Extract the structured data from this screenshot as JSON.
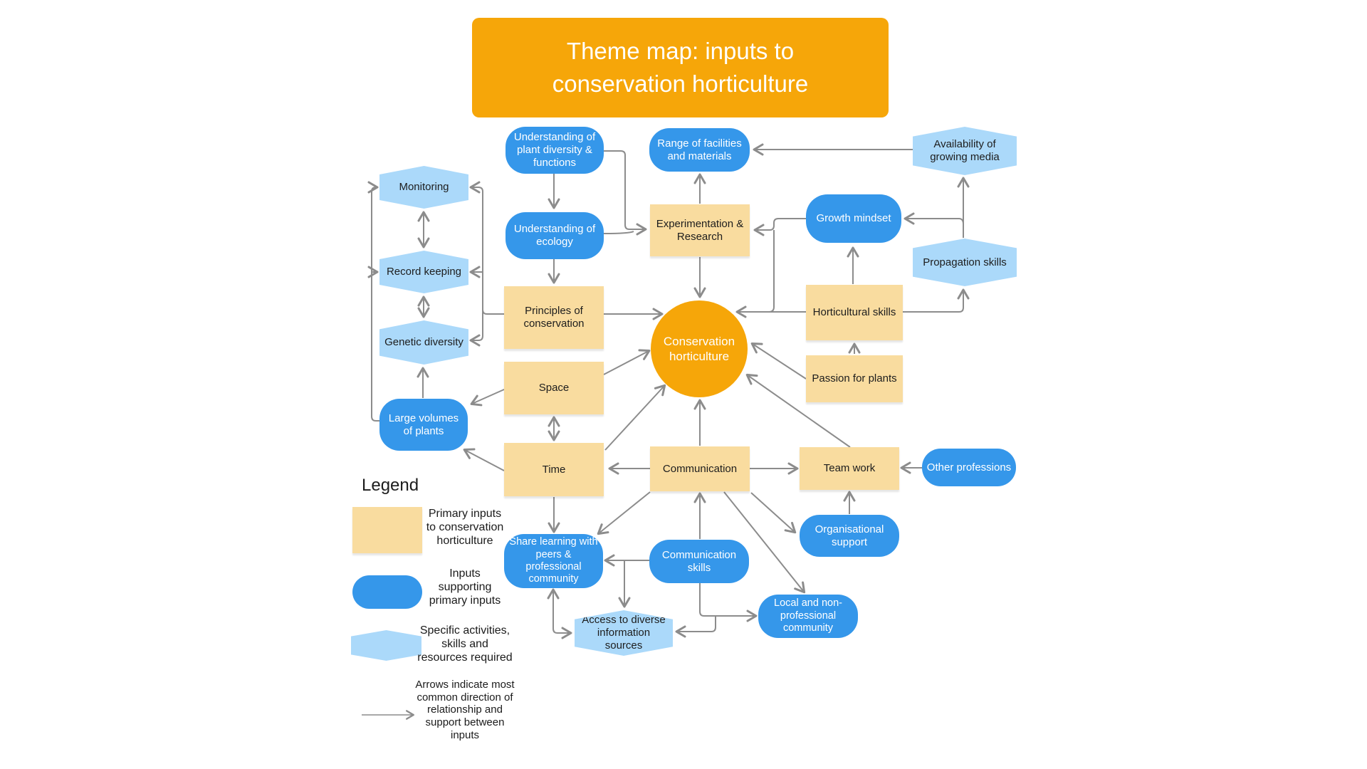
{
  "title": {
    "text": "Theme map: inputs to conservation horticulture"
  },
  "center": {
    "label": "Conservation horticulture"
  },
  "nodes": {
    "understanding_plant_diversity": "Understanding of plant diversity & functions",
    "understanding_ecology": "Understanding of ecology",
    "range_facilities": "Range of facilities and materials",
    "availability_growing_media": "Availability of growing media",
    "monitoring": "Monitoring",
    "record_keeping": "Record keeping",
    "genetic_diversity": "Genetic diversity",
    "experimentation_research": "Experimentation & Research",
    "growth_mindset": "Growth mindset",
    "propagation_skills": "Propagation skills",
    "principles_conservation": "Principles of conservation",
    "horticultural_skills": "Horticultural skills",
    "passion_for_plants": "Passion for plants",
    "space": "Space",
    "large_volumes": "Large volumes of plants",
    "time": "Time",
    "communication": "Communication",
    "team_work": "Team work",
    "other_professions": "Other professions",
    "organisational_support": "Organisational support",
    "share_learning": "Share learning with peers & professional community",
    "communication_skills": "Communication skills",
    "local_community": "Local and non-professional community",
    "access_information": "Access to diverse information sources"
  },
  "legend": {
    "title": "Legend",
    "items": [
      {
        "shape": "primary-rect",
        "label": "Primary inputs to conservation horticulture"
      },
      {
        "shape": "supporting-pill",
        "label": "Inputs supporting primary inputs"
      },
      {
        "shape": "activity-hexagon",
        "label": "Specific activities, skills and resources required"
      },
      {
        "shape": "arrow",
        "label": "Arrows indicate most common direction of relationship and support between inputs"
      }
    ]
  },
  "colors": {
    "theme_orange": "#F6A609",
    "primary_input_tan": "#F9DC9F",
    "supporting_input_blue": "#3597EA",
    "activity_light_blue": "#ABD9FA",
    "arrow_gray": "#8C8C8C"
  }
}
